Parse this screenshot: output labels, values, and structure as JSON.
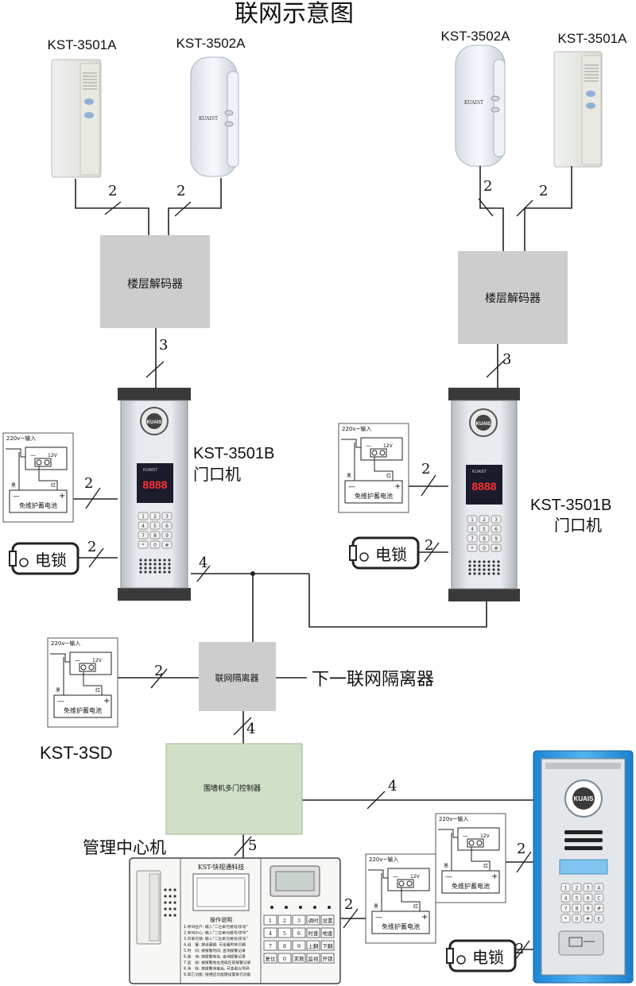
{
  "title": "联网示意图",
  "handsets": {
    "left_a": "KST-3501A",
    "left_b": "KST-3502A",
    "right_b": "KST-3502A",
    "right_a": "KST-3501A",
    "brand": "KUAIST",
    "button_text": "KUAIST"
  },
  "floor_decoder_label": "楼层解码器",
  "door_station": {
    "left_label_model": "KST-3501B",
    "left_label_name": "门口机",
    "right_label_model": "KST-3501B",
    "right_label_name": "门口机",
    "logo": "KUAIS",
    "brand_small": "KUAIST",
    "display": "8888"
  },
  "keypad_keys": [
    "1",
    "2",
    "3",
    "4",
    "5",
    "6",
    "7",
    "8",
    "9",
    "*",
    "0",
    "#"
  ],
  "power_supply": {
    "input": "220v~输入",
    "output": "12V",
    "black": "黑",
    "red": "红",
    "minus": "—",
    "plus": "+",
    "battery": "免维护蓄电池"
  },
  "lock_label": "电锁",
  "wire_counts": {
    "two": "2",
    "three": "3",
    "four": "4",
    "five": "5"
  },
  "isolator_label": "联网隔离器",
  "next_isolator_label": "下一联网隔离器",
  "isolator_power_model": "KST-3SD",
  "controller_label": "围墙机多门控制器",
  "management_title": "管理中心机",
  "management_unit": {
    "brand": "KST-快视通科技",
    "instructions_title": "操作说明",
    "instructions": [
      "1.呼叫住户: 输入\"二位单元楼号/房号\"",
      "2.呼叫中心: 输入\"二位单元楼号/房号\"",
      "3.开单元锁: 输入\"二位单元楼号/房号\"",
      "4.设　置: 按设置键, 可设置时钟日期",
      "5.时　间: 按报警时间, 查询报警记录",
      "6.查　询: 按报警地址, 查询报警记录",
      "7.监　视: 按报警地址连续在前报警记录",
      "8.消　除: 按报警消音后, 可查看以号码",
      "9.其它功能: 按相应功能键设置单元功能"
    ],
    "keys": [
      [
        "1",
        "2",
        "3",
        "调时",
        "设置"
      ],
      [
        "4",
        "5",
        "6",
        "时查",
        "地查"
      ],
      [
        "7",
        "8",
        "9",
        "上翻",
        "下翻"
      ],
      [
        "复位",
        "0",
        "求救",
        "监视",
        "开锁"
      ]
    ]
  },
  "wall_unit": {
    "keys": [
      "1",
      "2",
      "3",
      "A",
      "4",
      "5",
      "6",
      "C",
      "7",
      "8",
      "9",
      "#",
      "*",
      "0",
      "#",
      "E"
    ],
    "ring_text": "KUAIS"
  }
}
